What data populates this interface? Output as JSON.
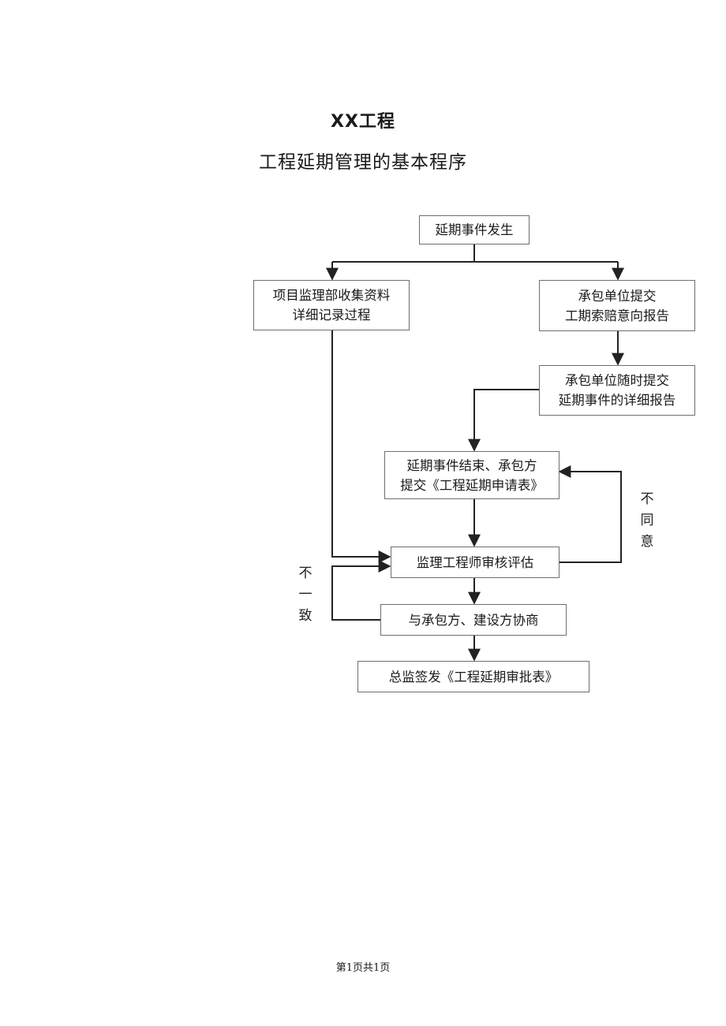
{
  "header": {
    "title": "XX工程",
    "subtitle": "工程延期管理的基本程序"
  },
  "flowchart": {
    "nodes": {
      "start": "延期事件发生",
      "collect": [
        "项目监理部收集资料",
        "详细记录过程"
      ],
      "intent": [
        "承包单位提交",
        "工期索赔意向报告"
      ],
      "detail": [
        "承包单位随时提交",
        "延期事件的详细报告"
      ],
      "apply": [
        "延期事件结束、承包方",
        "提交《工程延期申请表》"
      ],
      "review": "监理工程师审核评估",
      "negotiate": "与承包方、建设方协商",
      "approve": "总监签发《工程延期审批表》"
    },
    "loop_labels": {
      "disagree": [
        "不",
        "同",
        "意"
      ],
      "inconsistent": [
        "不",
        "一",
        "致"
      ]
    }
  },
  "footer": {
    "page_info": "第1页共1页"
  }
}
